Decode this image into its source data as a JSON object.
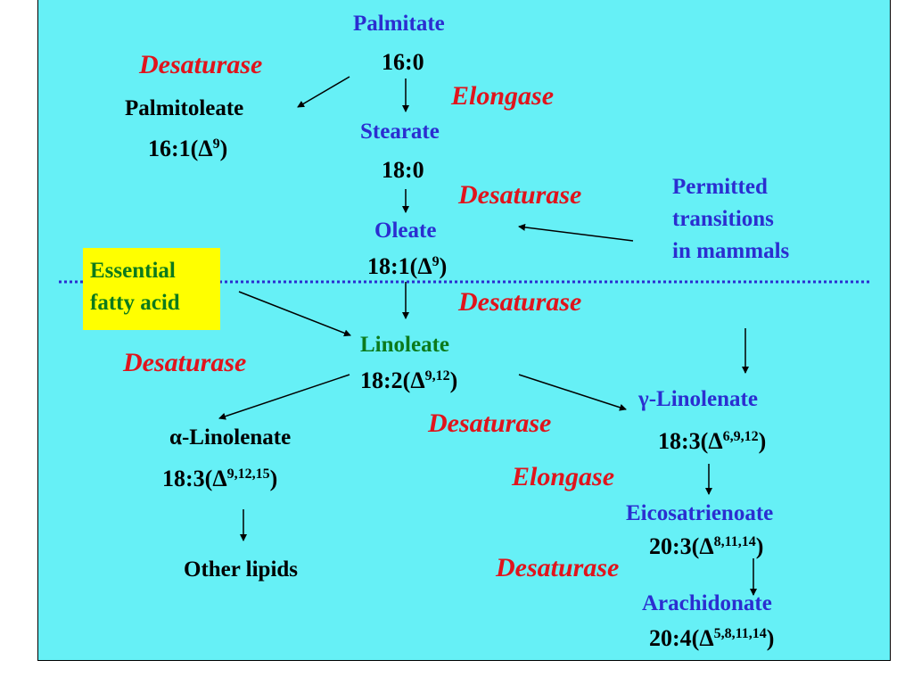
{
  "compounds": {
    "palmitate": {
      "name": "Palmitate",
      "formula": "16:0"
    },
    "palmitoleate": {
      "name": "Palmitoleate",
      "formula_base": "16:1(",
      "delta": "Δ",
      "sup": "9",
      "close": ")"
    },
    "stearate": {
      "name": "Stearate",
      "formula": "18:0"
    },
    "oleate": {
      "name": "Oleate",
      "formula_base": "18:1(",
      "delta": "Δ",
      "sup": "9",
      "close": ")"
    },
    "linoleate": {
      "name": "Linoleate",
      "formula_base": "18:2(",
      "delta": "Δ",
      "sup": "9,12",
      "close": ")"
    },
    "alpha_linolenate": {
      "name": "α-Linolenate",
      "formula_base": "18:3(",
      "delta": "Δ",
      "sup": "9,12,15",
      "close": ")"
    },
    "gamma_linolenate": {
      "name": "γ-Linolenate",
      "formula_base": "18:3(",
      "delta": "Δ",
      "sup": "6,9,12",
      "close": ")"
    },
    "eicosatrienoate": {
      "name": "Eicosatrienoate",
      "formula_base": "20:3(",
      "delta": "Δ",
      "sup": "8,11,14",
      "close": ")"
    },
    "arachidonate": {
      "name": "Arachidonate",
      "formula_base": "20:4(",
      "delta": "Δ",
      "sup": "5,8,11,14",
      "close": ")"
    },
    "other_lipids": {
      "name": "Other lipids"
    }
  },
  "enzymes": {
    "desaturase_1": "Desaturase",
    "elongase_1": "Elongase",
    "desaturase_2": "Desaturase",
    "desaturase_3": "Desaturase",
    "desaturase_4": "Desaturase",
    "desaturase_5": "Desaturase",
    "elongase_2": "Elongase",
    "desaturase_6": "Desaturase"
  },
  "notes": {
    "permitted_lines": [
      "Permitted",
      "transitions",
      "in mammals"
    ],
    "essential_lines": [
      "Essential",
      "fatty acid"
    ]
  },
  "colors": {
    "background": "#66f0f6",
    "compound_text": "#2b2ed0",
    "enzyme_text": "#e0141c",
    "essential_text": "#0c7a1c",
    "essential_box": "#ffff00",
    "divider": "#2b2ed0"
  }
}
